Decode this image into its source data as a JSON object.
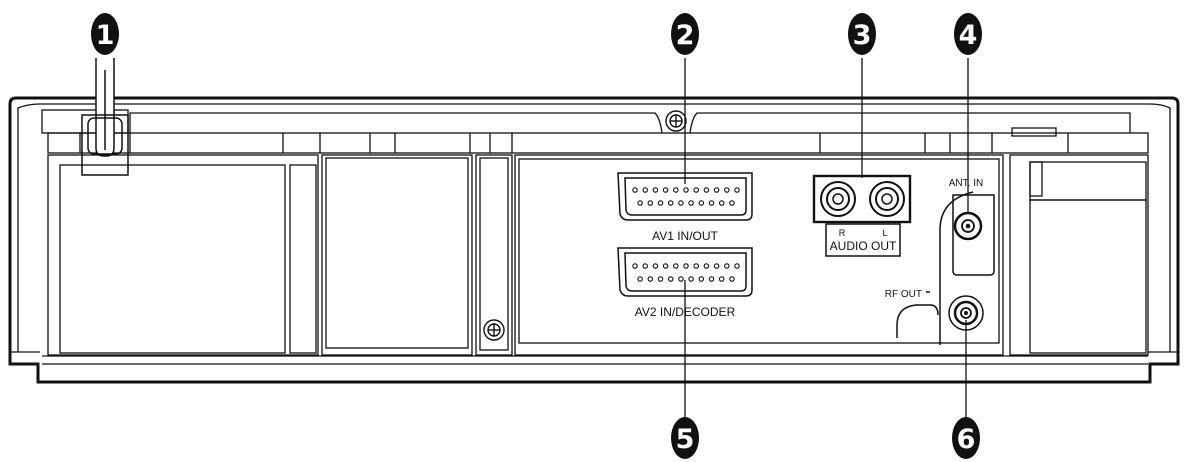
{
  "labels": {
    "av1": "AV1 IN/OUT",
    "av2": "AV2 IN/DECODER",
    "audio_r": "R",
    "audio_l": "L",
    "audio_out": "AUDIO OUT",
    "ant_in": "ANT. IN",
    "rf_out": "RF OUT"
  },
  "callouts": {
    "c1": "1",
    "c2": "2",
    "c3": "3",
    "c4": "4",
    "c5": "5",
    "c6": "6"
  },
  "colors": {
    "line": "#111111",
    "callout_fill": "#111111",
    "background": "#ffffff"
  }
}
